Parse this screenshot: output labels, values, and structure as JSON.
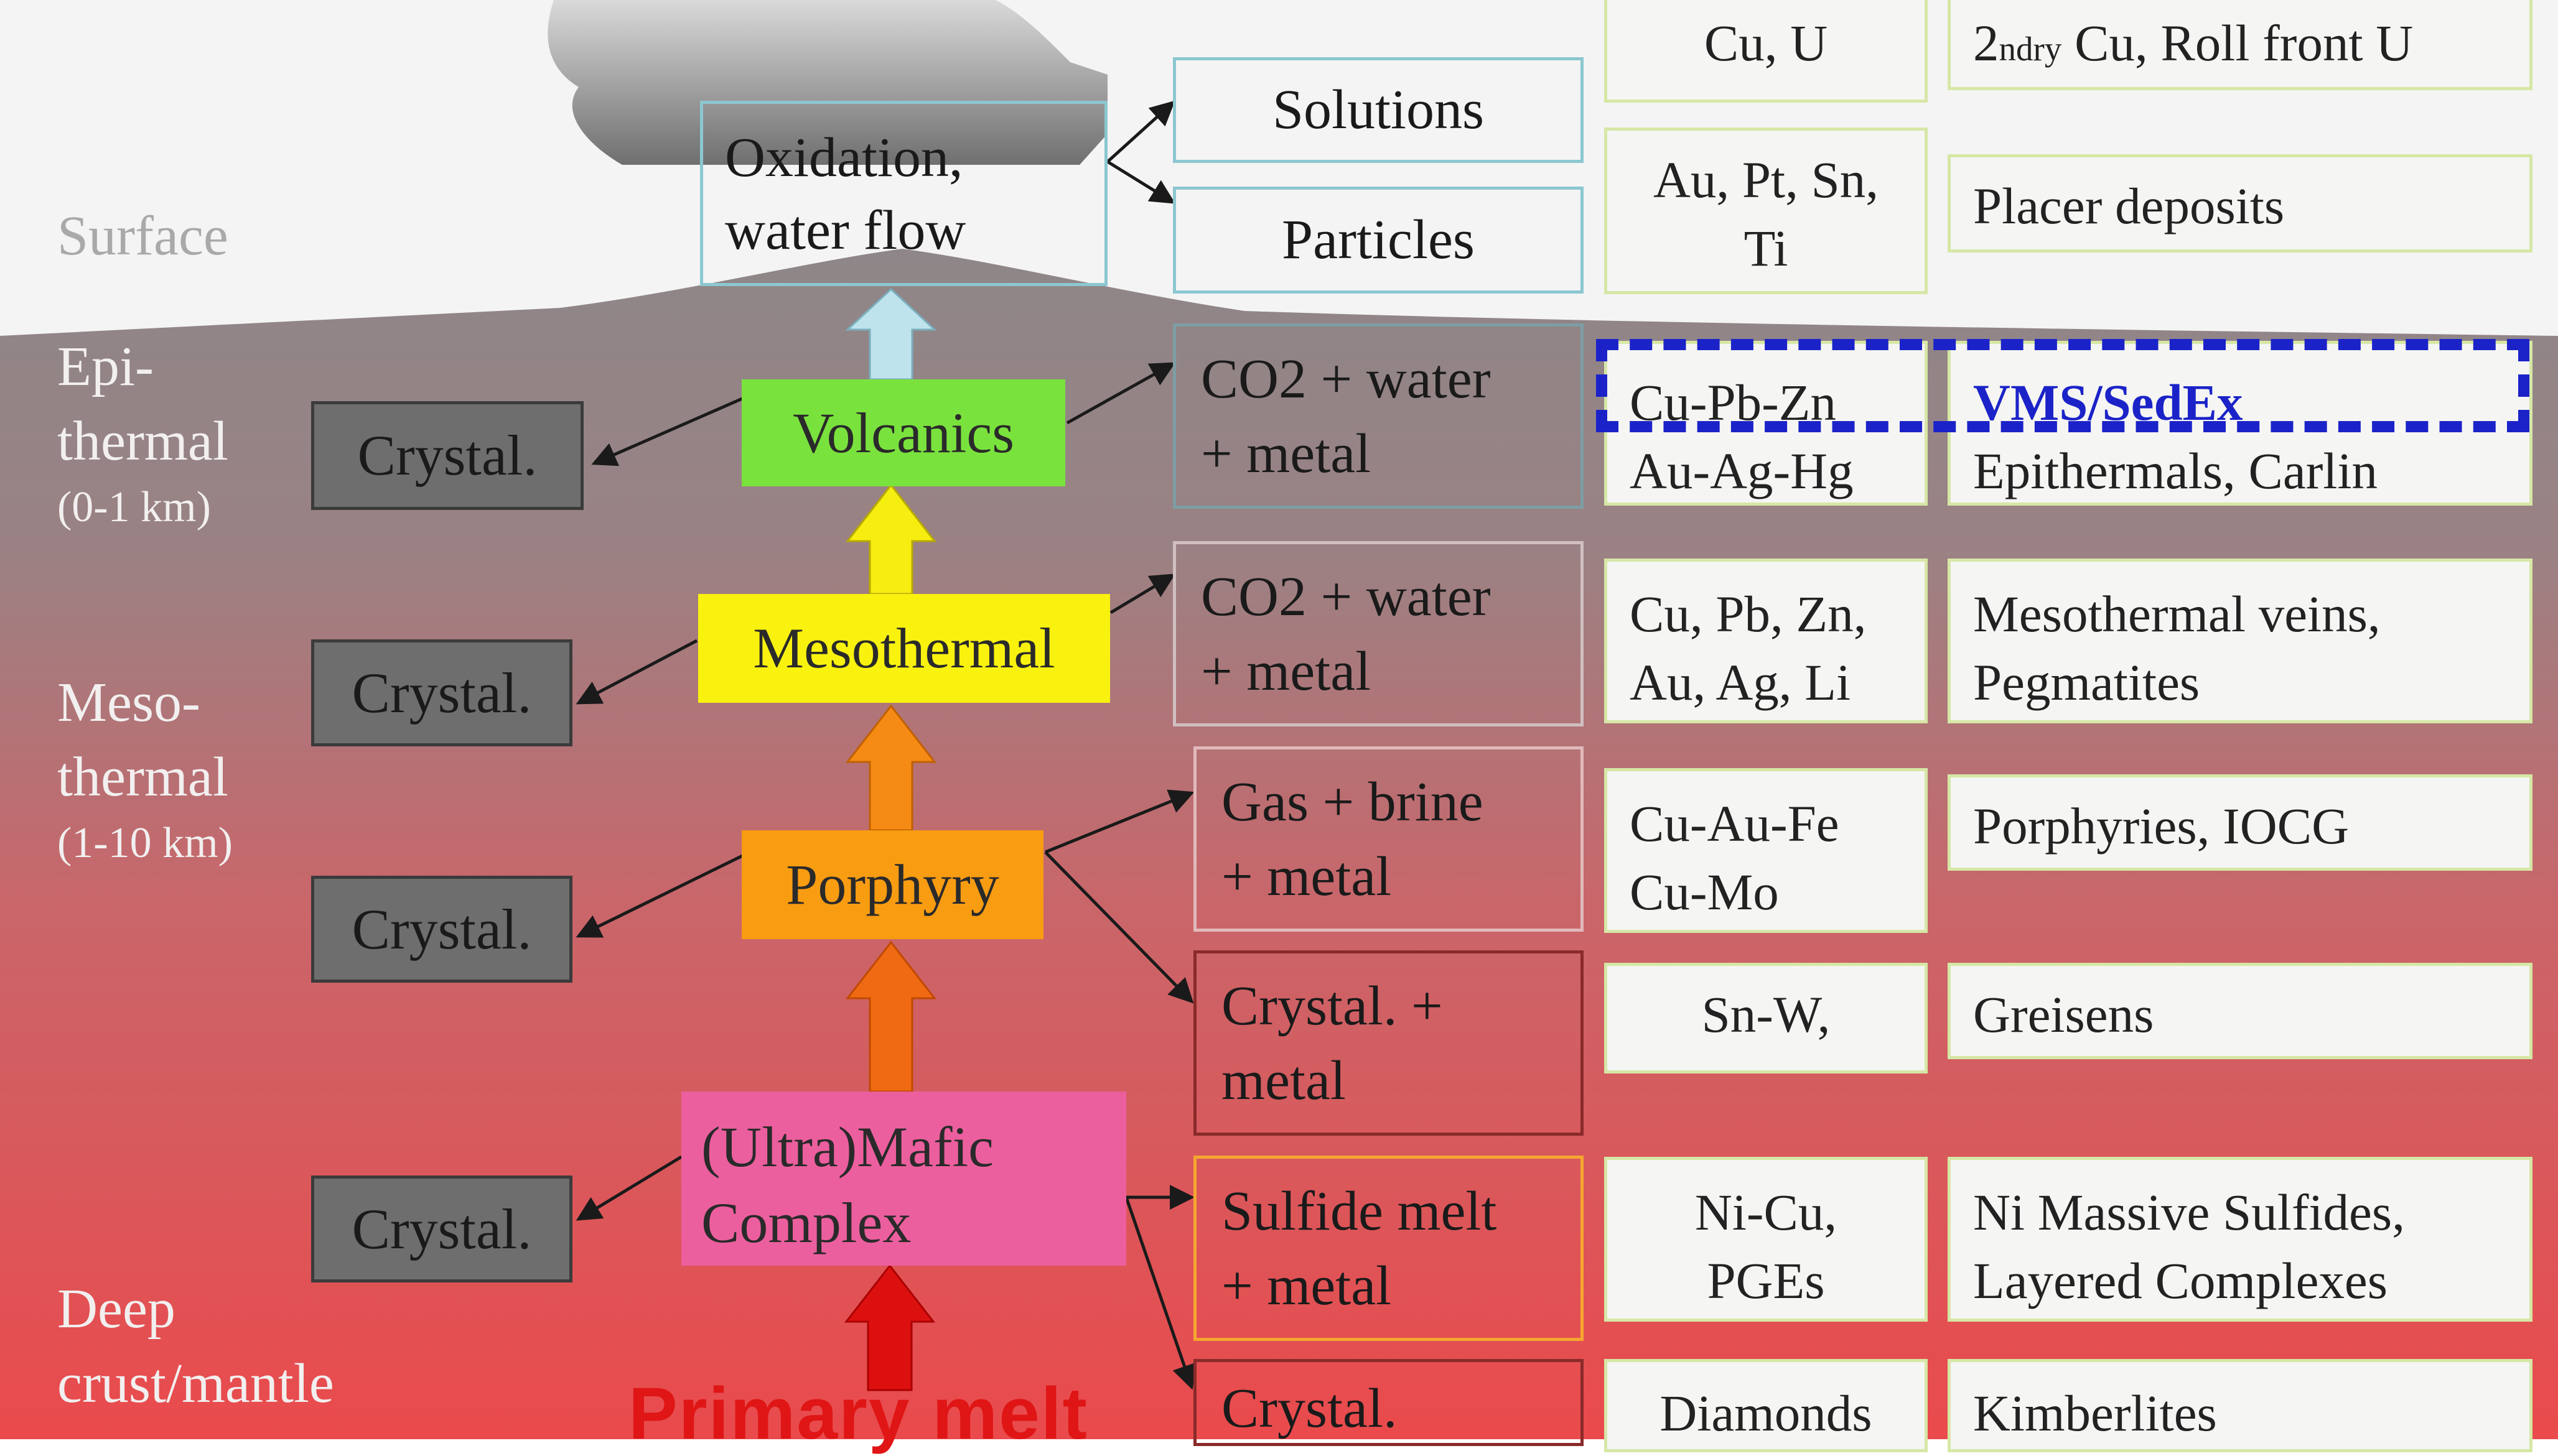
{
  "depth_labels": {
    "surface": "Surface",
    "epithermal": [
      "Epi-",
      "thermal"
    ],
    "epithermal_range": "(0-1 km)",
    "mesothermal": [
      "Meso-",
      "thermal"
    ],
    "mesothermal_range": "(1-10 km)",
    "deep": [
      "Deep",
      "crust/mantle"
    ]
  },
  "magmas": {
    "oxidation": [
      "Oxidation,",
      "water flow"
    ],
    "volcanics": "Volcanics",
    "mesothermal": "Mesothermal",
    "porphyry": "Porphyry",
    "mafic": [
      "(Ultra)Mafic",
      "Complex"
    ],
    "primary": "Primary melt"
  },
  "crystal_label": "Crystal.",
  "fluids": {
    "solutions": "Solutions",
    "particles": "Particles",
    "co2_epi": [
      "CO2 + water",
      "+ metal"
    ],
    "co2_meso": [
      "CO2 + water",
      "+ metal"
    ],
    "gas_brine": [
      "Gas + brine",
      "+ metal"
    ],
    "crystal_metal": [
      "Crystal. +",
      "metal"
    ],
    "sulfide": [
      "Sulfide melt",
      "+ metal"
    ],
    "crystal_deep": "Crystal."
  },
  "metals": [
    [
      "Cu, U"
    ],
    [
      "Au, Pt, Sn,",
      "Ti"
    ],
    [
      "Cu-Pb-Zn",
      "Au-Ag-Hg"
    ],
    [
      "Cu, Pb, Zn,",
      "Au, Ag, Li"
    ],
    [
      "Cu-Au-Fe",
      "Cu-Mo"
    ],
    [
      "Sn-W,"
    ],
    [
      "Ni-Cu,",
      "PGEs"
    ],
    [
      "Diamonds"
    ]
  ],
  "deposits": {
    "roll_front_prefix": "2",
    "roll_front_sub": "ndry",
    "roll_front_rest": " Cu,  Roll front U",
    "placer": "Placer deposits",
    "vms": "VMS/SedEx",
    "epithermals": "Epithermals, Carlin",
    "meso_veins": [
      "Mesothermal  veins,",
      "Pegmatites"
    ],
    "porphyries": "Porphyries, IOCG",
    "greisens": "Greisens",
    "ni_massive": [
      "Ni Massive Sulfides,",
      "Layered Complexes"
    ],
    "kimberlites": "Kimberlites"
  },
  "colors": {
    "volcanics": "#7ae23d",
    "mesothermal": "#f9f20f",
    "porphyry": "#f89c12",
    "mafic": "#ec5f9e",
    "primary_text": "#e01515",
    "vms_highlight": "#1b23c8",
    "box_border_teal": "#7fbfca"
  }
}
